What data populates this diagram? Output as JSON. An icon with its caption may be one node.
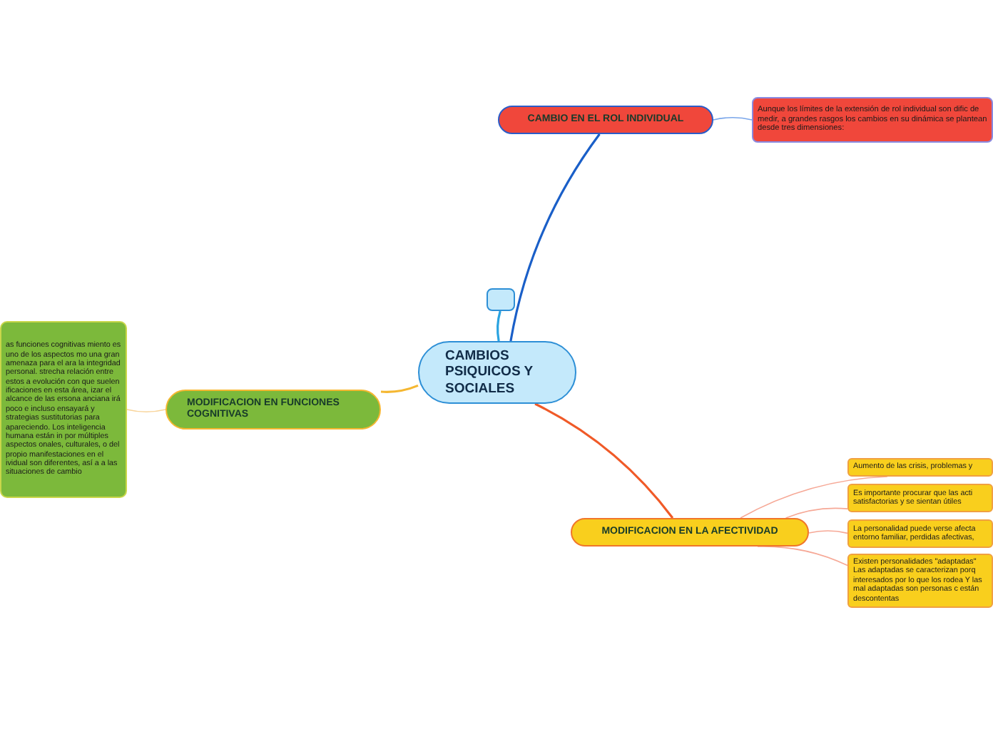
{
  "diagram": {
    "nodes": [
      {
        "text": [
          "CAMBIOS PSIQUICOS Y SOCIALES"
        ]
      },
      {
        "text": [],
        "shape": "box"
      },
      {
        "text": [
          "CAMBIO EN EL ROL INDIVIDUAL"
        ]
      },
      {
        "text": [
          "Aunque los límites de la extensión de rol individual son dific de medir, a grandes rasgos los cambios en su dinámica se plantean desde tres dimensiones:"
        ]
      },
      {
        "text": [
          "MODIFICACION EN FUNCIONES COGNITIVAS"
        ]
      },
      {
        "text": [
          "as funciones cognitivas miento es uno de los aspectos mo una gran amenaza para el ara la integridad personal. strecha relación entre estos a evolución con que suelen ificaciones en esta área, izar el alcance de las ersona anciana irá poco e incluso ensayará y strategias sustitutorias para apareciendo. Los inteligencia humana están in por múltiples aspectos onales, culturales, o del propio manifestaciones en el ividual son diferentes, así a a las situaciones de cambio"
        ]
      },
      {
        "text": [
          "MODIFICACION EN LA AFECTIVIDAD"
        ]
      },
      {
        "text": [
          "Aumento de las crisis, problemas y"
        ]
      },
      {
        "text": [
          "Es importante procurar que las acti satisfactorias y se sientan útiles"
        ]
      },
      {
        "text": [
          "La personalidad puede verse afecta entorno familiar, perdidas afectivas,"
        ]
      },
      {
        "text": [
          "Existen personalidades \"adaptadas\" Las adaptadas se caracterizan porq interesados por lo que los rodea Y las mal adaptadas son personas c están descontentas"
        ]
      }
    ],
    "edges": [
      {
        "from": 0,
        "to": 1,
        "arrow": "none",
        "color": "#2aa3e0"
      },
      {
        "from": 0,
        "to": 2,
        "arrow": "none",
        "color": "#1a5fc8"
      },
      {
        "from": 2,
        "to": 3,
        "arrow": "none",
        "color": "#7aa6ea"
      },
      {
        "from": 0,
        "to": 4,
        "arrow": "none",
        "color": "#f5b731"
      },
      {
        "from": 4,
        "to": 5,
        "arrow": "none",
        "color": "#f8d49a"
      },
      {
        "from": 0,
        "to": 6,
        "arrow": "none",
        "color": "#f05a28"
      },
      {
        "from": 6,
        "to": 7,
        "arrow": "none",
        "color": "#f6a896"
      },
      {
        "from": 6,
        "to": 8,
        "arrow": "none",
        "color": "#f6a896"
      },
      {
        "from": 6,
        "to": 9,
        "arrow": "none",
        "color": "#f6a896"
      },
      {
        "from": 6,
        "to": 10,
        "arrow": "none",
        "color": "#f6a896"
      }
    ]
  }
}
